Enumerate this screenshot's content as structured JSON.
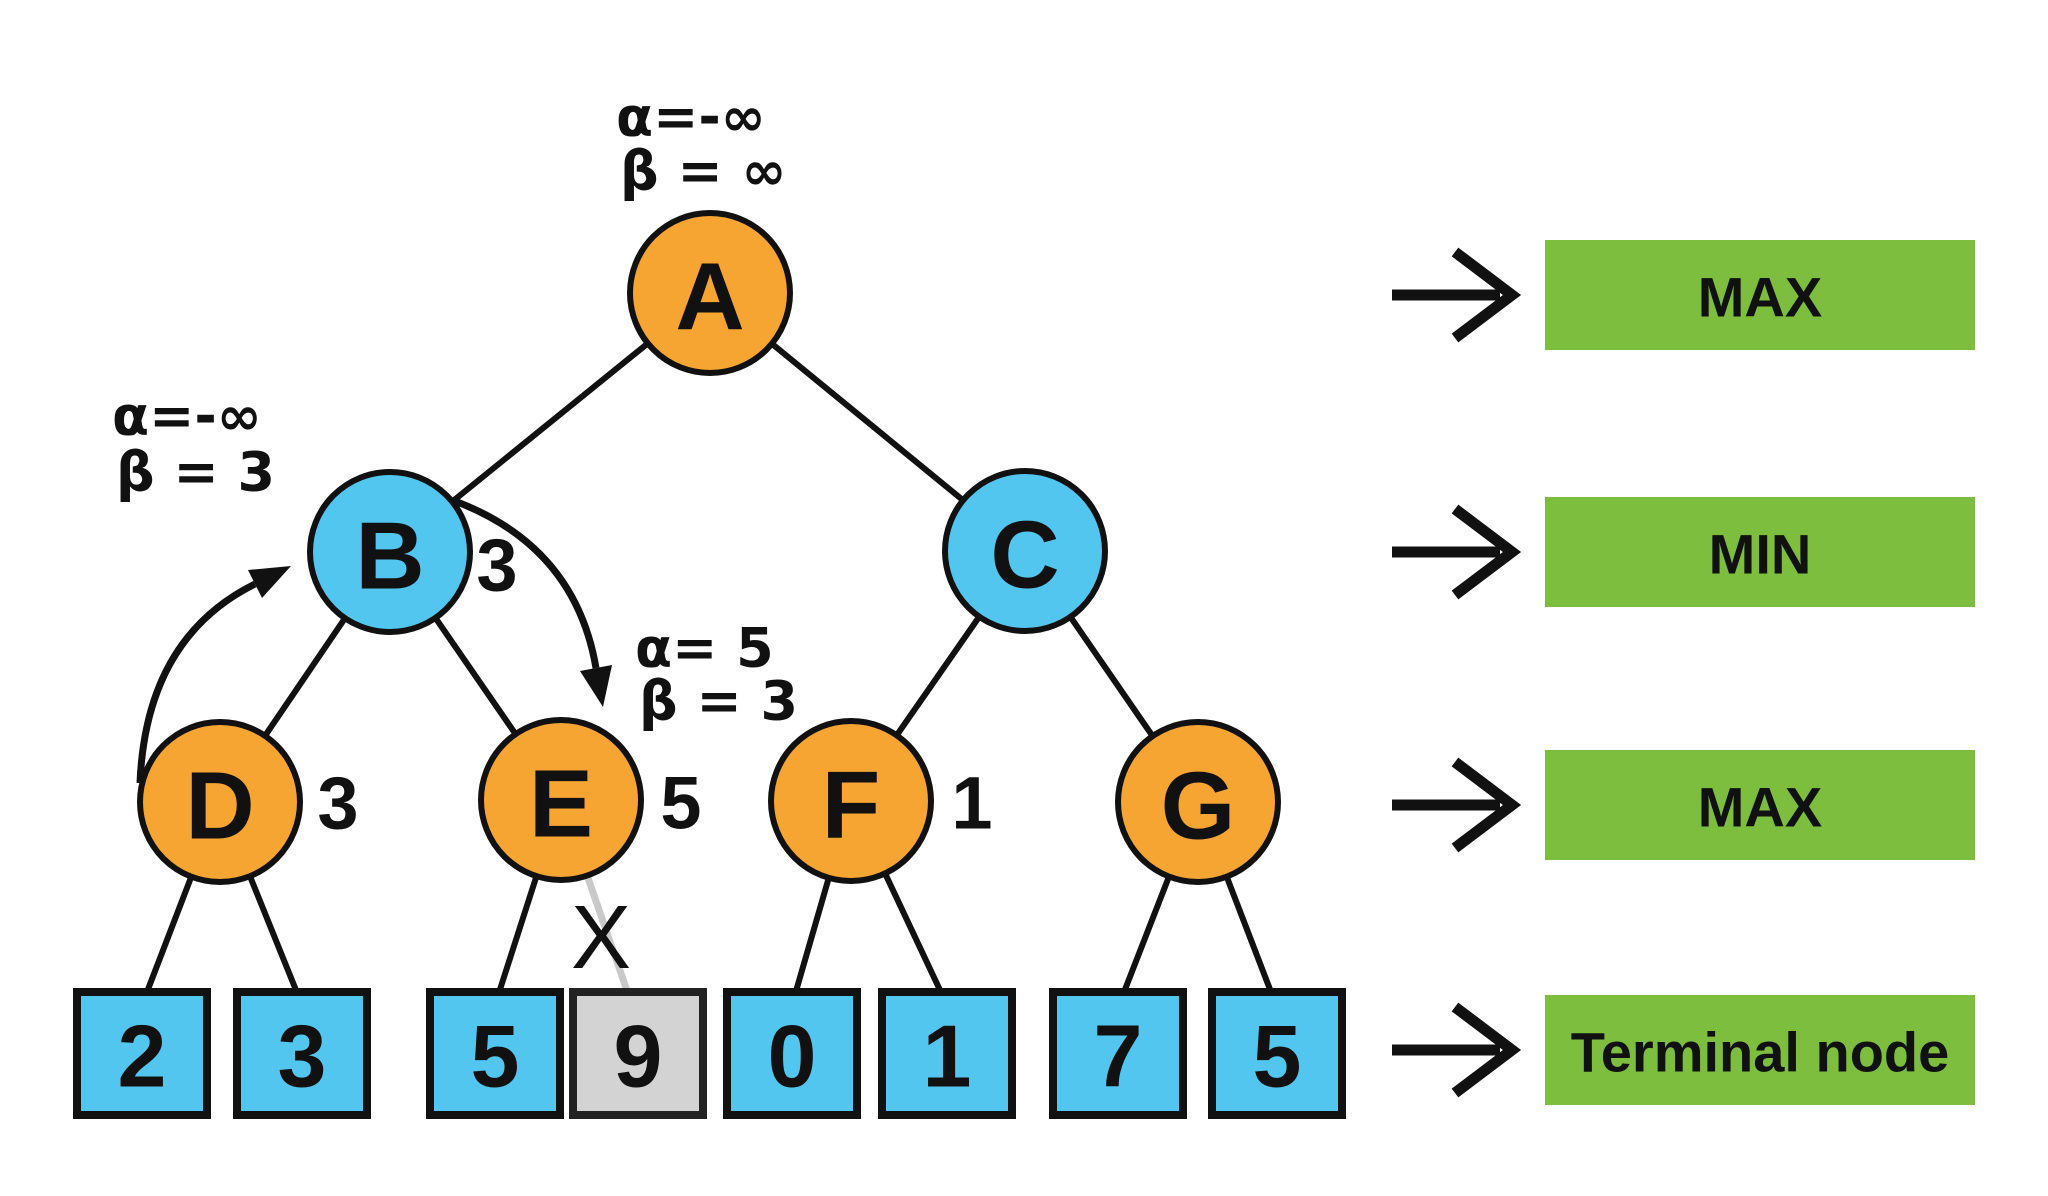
{
  "annotations": {
    "root": {
      "line1": "α=-∞",
      "line2": "β = ∞"
    },
    "node_b": {
      "line1": "α=-∞",
      "line2": "β = 3"
    },
    "node_e": {
      "line1": "α= 5",
      "line2": "β = 3"
    }
  },
  "nodes": {
    "a": {
      "label": "A"
    },
    "b": {
      "label": "B",
      "value": "3"
    },
    "c": {
      "label": "C"
    },
    "d": {
      "label": "D",
      "value": "3"
    },
    "e": {
      "label": "E",
      "value": "5"
    },
    "f": {
      "label": "F",
      "value": "1"
    },
    "g": {
      "label": "G"
    }
  },
  "terminals": [
    {
      "value": "2"
    },
    {
      "value": "3"
    },
    {
      "value": "5"
    },
    {
      "value": "9"
    },
    {
      "value": "0"
    },
    {
      "value": "1"
    },
    {
      "value": "7"
    },
    {
      "value": "5"
    }
  ],
  "pruning": {
    "mark": "X"
  },
  "legend": [
    {
      "label": "MAX"
    },
    {
      "label": "MIN"
    },
    {
      "label": "MAX"
    },
    {
      "label": "Terminal node"
    }
  ],
  "colors": {
    "max_node": "#F6A432",
    "min_node": "#53C6EF",
    "terminal_node": "#53C6EF",
    "pruned_node": "#D3D3D3",
    "legend_box": "#7DBE3E",
    "pruned_edge": "#C9C9C9"
  }
}
